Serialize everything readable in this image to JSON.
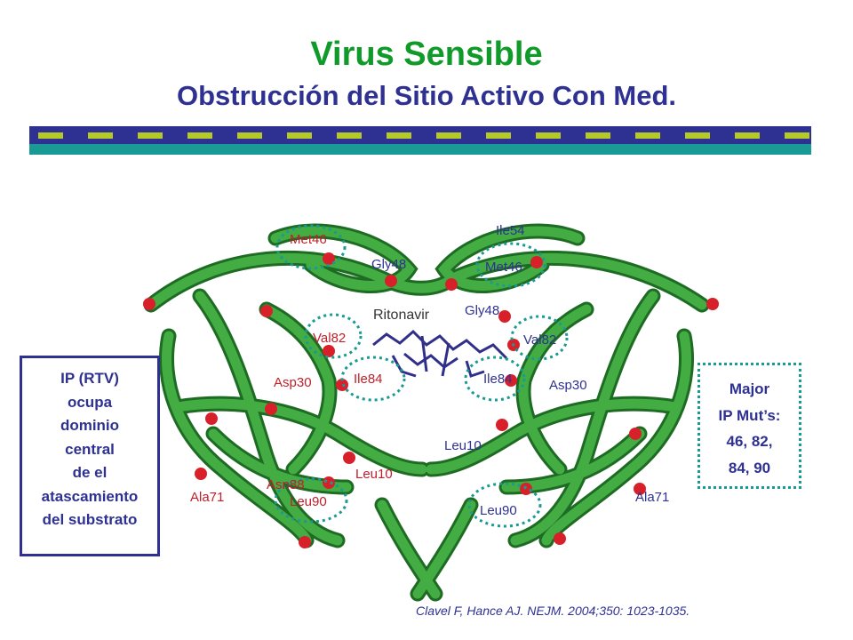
{
  "title": "Virus Sensible",
  "subtitle": "Obstrucción del Sitio Activo Con Med.",
  "colors": {
    "title_green": "#109a2a",
    "navy": "#2e3192",
    "teal": "#1a9a94",
    "band_dash": "#b5c928",
    "ribbon_green": "#2f9a3a",
    "residue_red": "#d8202a",
    "ligand_blue": "#30308a"
  },
  "figure": {
    "ligand_label": "Ritonavir",
    "residue_labels": [
      "Met46",
      "Ile54",
      "Gly48",
      "Met46",
      "Gly48",
      "Val82",
      "Val82",
      "Ile84",
      "Ile84",
      "Asp30",
      "Asp30",
      "Leu10",
      "Leu10",
      "Asn88",
      "Ala71",
      "Ala71",
      "Leu90",
      "Leu90"
    ]
  },
  "left_box": {
    "lines": [
      "IP (RTV)",
      "ocupa",
      "dominio",
      "central",
      "de el",
      "atascamiento",
      "del substrato"
    ]
  },
  "right_box": {
    "lines": [
      "Major",
      "IP Mut’s:",
      "46, 82,",
      "84, 90"
    ]
  },
  "citation": "Clavel F, Hance AJ. NEJM. 2004;350: 1023-1035."
}
